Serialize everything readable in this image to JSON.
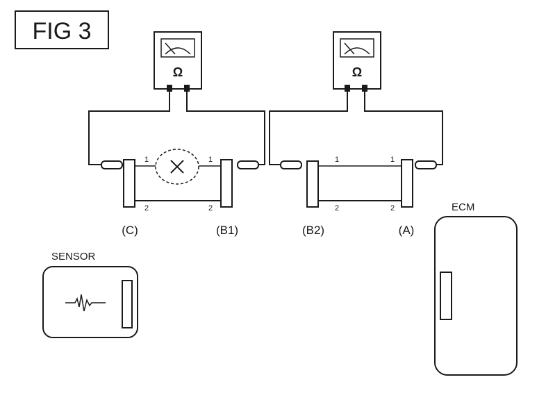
{
  "figure": {
    "label": "FIG 3"
  },
  "meters": [
    {
      "symbol": "Ω"
    },
    {
      "symbol": "Ω"
    }
  ],
  "connectors": {
    "c": {
      "label": "(C)"
    },
    "b1": {
      "label": "(B1)"
    },
    "b2": {
      "label": "(B2)"
    },
    "a": {
      "label": "(A)"
    }
  },
  "pins": {
    "left_top_c": "1",
    "left_top_b1": "1",
    "left_bottom_c": "2",
    "left_bottom_b1": "2",
    "right_top_b2": "1",
    "right_top_a": "1",
    "right_bottom_b2": "2",
    "right_bottom_a": "2"
  },
  "components": {
    "sensor": {
      "label": "SENSOR"
    },
    "ecm": {
      "label": "ECM"
    }
  },
  "colors": {
    "line": "#1a1a1a",
    "background": "#ffffff"
  }
}
